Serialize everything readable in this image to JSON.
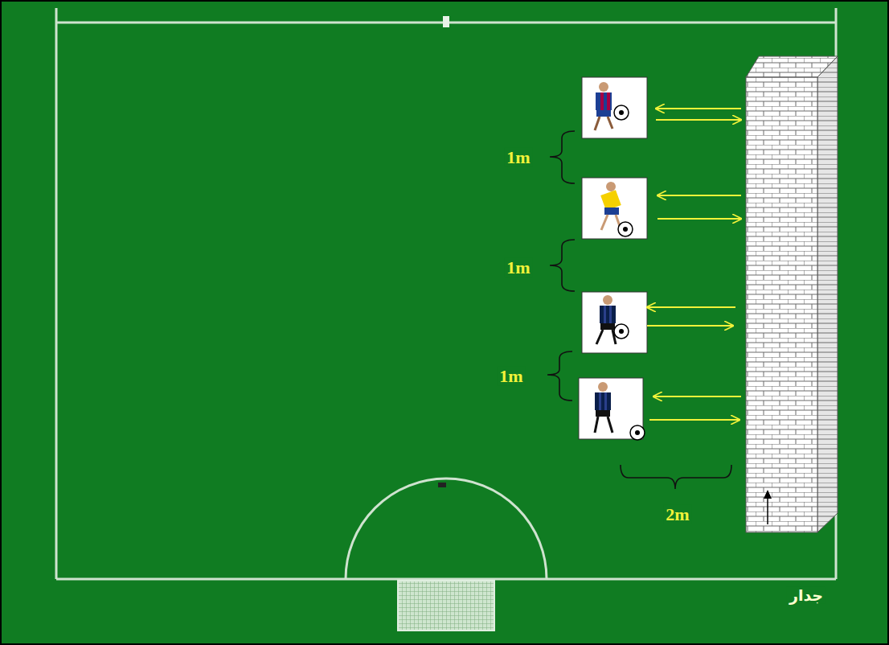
{
  "diagram": {
    "labels": [
      "1m",
      "1m",
      "1m",
      "2m",
      "جدار"
    ]
  }
}
